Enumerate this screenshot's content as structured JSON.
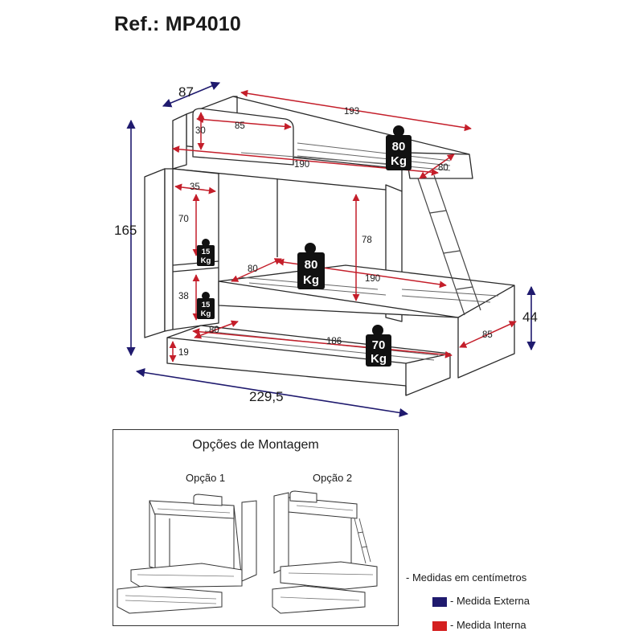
{
  "title": "Ref.: MP4010",
  "dimensions": {
    "external": {
      "depth": "87",
      "height": "165",
      "total_width": "229,5",
      "side_height": "44"
    },
    "internal": {
      "top_length": "193",
      "guard_length": "85",
      "guard_height": "30",
      "top_mattress_length": "190",
      "top_mattress_width": "80",
      "shelf_width": "35",
      "shelf_upper_height": "70",
      "shelf_lower_height": "38",
      "middle_clearance": "78",
      "middle_width": "80",
      "middle_length": "190",
      "trundle_width": "80",
      "trundle_length": "186",
      "trundle_height": "19",
      "side_depth": "85"
    }
  },
  "weights": {
    "top_bed": [
      "80",
      "Kg"
    ],
    "middle_bed": [
      "80",
      "Kg"
    ],
    "trundle_bed": [
      "70",
      "Kg"
    ],
    "shelf_upper": [
      "15",
      "Kg"
    ],
    "shelf_lower": [
      "15",
      "Kg"
    ]
  },
  "options": {
    "title": "Opções de Montagem",
    "option1": "Opção 1",
    "option2": "Opção 2"
  },
  "legend": {
    "note": "- Medidas em centímetros",
    "external": "- Medida Externa",
    "internal": "- Medida Interna",
    "external_color": "#1f1a6e",
    "internal_color": "#d42020"
  },
  "colors": {
    "external_arrow": "#1f1a6e",
    "internal_arrow": "#c41e2a",
    "weight_badge": "#111111"
  }
}
